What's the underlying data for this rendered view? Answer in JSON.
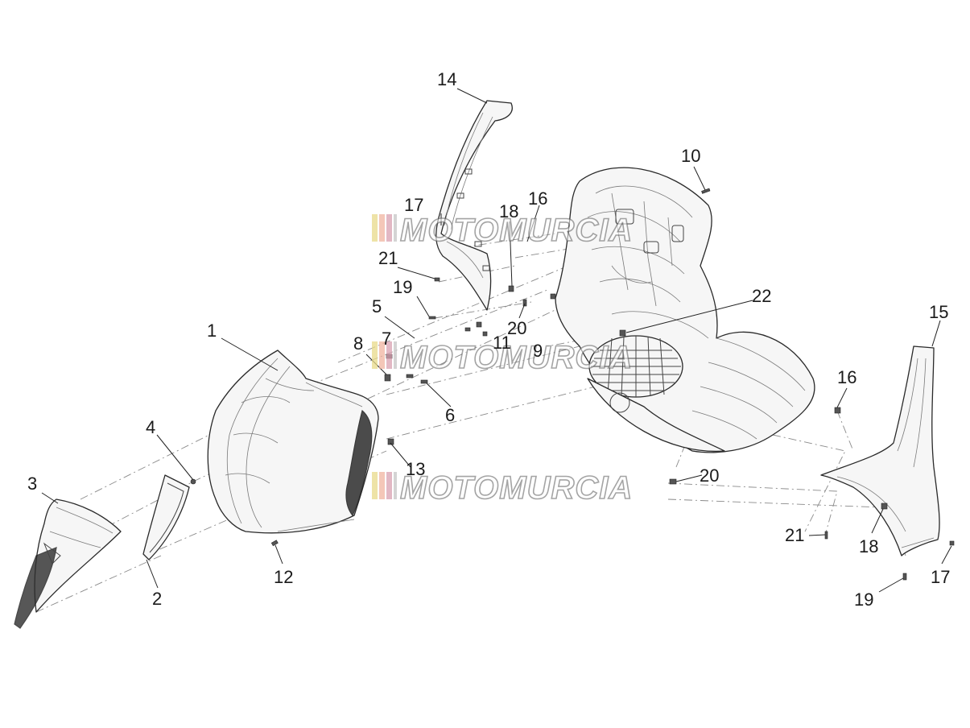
{
  "watermark": {
    "text": "MOTOMURCIA",
    "stripe_colors": [
      "#e8d98a",
      "#f0b4a0",
      "#d8a0b0",
      "#c5c5c5"
    ]
  },
  "callouts": [
    {
      "id": "14",
      "label": "14"
    },
    {
      "id": "10",
      "label": "10"
    },
    {
      "id": "17a",
      "label": "17"
    },
    {
      "id": "18a",
      "label": "18"
    },
    {
      "id": "16a",
      "label": "16"
    },
    {
      "id": "21a",
      "label": "21"
    },
    {
      "id": "19a",
      "label": "19"
    },
    {
      "id": "5",
      "label": "5"
    },
    {
      "id": "22",
      "label": "22"
    },
    {
      "id": "15",
      "label": "15"
    },
    {
      "id": "1",
      "label": "1"
    },
    {
      "id": "8",
      "label": "8"
    },
    {
      "id": "7",
      "label": "7"
    },
    {
      "id": "20a",
      "label": "20"
    },
    {
      "id": "11",
      "label": "11"
    },
    {
      "id": "9",
      "label": "9"
    },
    {
      "id": "6",
      "label": "6"
    },
    {
      "id": "16b",
      "label": "16"
    },
    {
      "id": "4",
      "label": "4"
    },
    {
      "id": "13",
      "label": "13"
    },
    {
      "id": "3",
      "label": "3"
    },
    {
      "id": "20b",
      "label": "20"
    },
    {
      "id": "12",
      "label": "12"
    },
    {
      "id": "2",
      "label": "2"
    },
    {
      "id": "21b",
      "label": "21"
    },
    {
      "id": "18b",
      "label": "18"
    },
    {
      "id": "17b",
      "label": "17"
    },
    {
      "id": "19b",
      "label": "19"
    }
  ]
}
